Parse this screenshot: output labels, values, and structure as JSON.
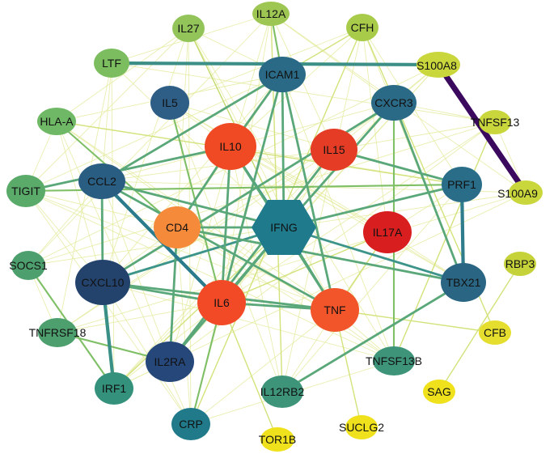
{
  "network": {
    "center_node": "IFNG",
    "nodes": [
      {
        "id": "IL27",
        "label": "IL27",
        "shape": "ellipse",
        "color": "#93c45a"
      },
      {
        "id": "IL12A",
        "label": "IL12A",
        "shape": "ellipse",
        "color": "#9ec653"
      },
      {
        "id": "CFH",
        "label": "CFH",
        "shape": "ellipse",
        "color": "#a9cb4a"
      },
      {
        "id": "LTF",
        "label": "LTF",
        "shape": "ellipse",
        "color": "#7bbd5f"
      },
      {
        "id": "ICAM1",
        "label": "ICAM1",
        "shape": "ellipse",
        "color": "#2b6a86"
      },
      {
        "id": "S100A8",
        "label": "S100A8",
        "shape": "ellipse",
        "color": "#c9d63c"
      },
      {
        "id": "IL5",
        "label": "IL5",
        "shape": "ellipse",
        "color": "#2e5e86"
      },
      {
        "id": "CXCR3",
        "label": "CXCR3",
        "shape": "ellipse",
        "color": "#2b6a86"
      },
      {
        "id": "HLA-A",
        "label": "HLA-A",
        "shape": "ellipse",
        "color": "#6fb865"
      },
      {
        "id": "TNFSF13",
        "label": "TNFSF13",
        "shape": "ellipse",
        "color": "#c9d63c"
      },
      {
        "id": "IL10",
        "label": "IL10",
        "shape": "ellipse",
        "color": "#f04a24"
      },
      {
        "id": "IL15",
        "label": "IL15",
        "shape": "ellipse",
        "color": "#e53c25"
      },
      {
        "id": "TIGIT",
        "label": "TIGIT",
        "shape": "ellipse",
        "color": "#5aaa6a"
      },
      {
        "id": "CCL2",
        "label": "CCL2",
        "shape": "ellipse",
        "color": "#2a5d82"
      },
      {
        "id": "PRF1",
        "label": "PRF1",
        "shape": "ellipse",
        "color": "#2a6d88"
      },
      {
        "id": "S100A9",
        "label": "S100A9",
        "shape": "ellipse",
        "color": "#c9d63c"
      },
      {
        "id": "CD4",
        "label": "CD4",
        "shape": "ellipse",
        "color": "#f58a3a"
      },
      {
        "id": "IFNG",
        "label": "IFNG",
        "shape": "hexagon",
        "color": "#1f7a8c"
      },
      {
        "id": "IL17A",
        "label": "IL17A",
        "shape": "ellipse",
        "color": "#d81e1e"
      },
      {
        "id": "SOCS1",
        "label": "SOCS1",
        "shape": "ellipse",
        "color": "#4e9f6e"
      },
      {
        "id": "CXCL10",
        "label": "CXCL10",
        "shape": "ellipse",
        "color": "#23436d"
      },
      {
        "id": "RBP3",
        "label": "RBP3",
        "shape": "ellipse",
        "color": "#c6d23a"
      },
      {
        "id": "TBX21",
        "label": "TBX21",
        "shape": "ellipse",
        "color": "#2a6683"
      },
      {
        "id": "IL6",
        "label": "IL6",
        "shape": "ellipse",
        "color": "#f24a27"
      },
      {
        "id": "TNF",
        "label": "TNF",
        "shape": "ellipse",
        "color": "#f25529"
      },
      {
        "id": "TNFRSF18",
        "label": "TNFRSF18",
        "shape": "ellipse",
        "color": "#4e9f6e"
      },
      {
        "id": "CFB",
        "label": "CFB",
        "shape": "ellipse",
        "color": "#e6de2e"
      },
      {
        "id": "IL2RA",
        "label": "IL2RA",
        "shape": "ellipse",
        "color": "#25477a"
      },
      {
        "id": "TNFSF13B",
        "label": "TNFSF13B",
        "shape": "ellipse",
        "color": "#3d9479"
      },
      {
        "id": "IRF1",
        "label": "IRF1",
        "shape": "ellipse",
        "color": "#33917c"
      },
      {
        "id": "IL12RB2",
        "label": "IL12RB2",
        "shape": "ellipse",
        "color": "#3d9479"
      },
      {
        "id": "SAG",
        "label": "SAG",
        "shape": "ellipse",
        "color": "#efe21c"
      },
      {
        "id": "CRP",
        "label": "CRP",
        "shape": "ellipse",
        "color": "#207a8a"
      },
      {
        "id": "SUCLG2",
        "label": "SUCLG2",
        "shape": "ellipse",
        "color": "#efe21c"
      },
      {
        "id": "TOR1B",
        "label": "TOR1B",
        "shape": "ellipse",
        "color": "#efe21c"
      }
    ],
    "edges": [
      {
        "source": "S100A8",
        "target": "S100A9",
        "weight": 5,
        "color": "#3b0a5e"
      },
      {
        "source": "LTF",
        "target": "S100A8",
        "weight": 3,
        "color": "#3c8f86"
      },
      {
        "source": "CCL2",
        "target": "IL6",
        "weight": 3,
        "color": "#2b7b8c"
      },
      {
        "source": "PRF1",
        "target": "TBX21",
        "weight": 3,
        "color": "#2e7c8c"
      },
      {
        "source": "CXCL10",
        "target": "IRF1",
        "weight": 3,
        "color": "#3a8f86"
      },
      {
        "source": "IFNG",
        "target": "IL10",
        "weight": 2,
        "color": "#3d948a"
      },
      {
        "source": "IFNG",
        "target": "TBX21",
        "weight": 2,
        "color": "#3d948a"
      },
      {
        "source": "IFNG",
        "target": "CXCL10",
        "weight": 2,
        "color": "#3d948a"
      },
      {
        "source": "IFNG",
        "target": "IL6",
        "weight": 2,
        "color": "#5aa879"
      },
      {
        "source": "IFNG",
        "target": "CD4",
        "weight": 2,
        "color": "#5aa879"
      },
      {
        "source": "IFNG",
        "target": "ICAM1",
        "weight": 2,
        "color": "#5aa879"
      },
      {
        "source": "IFNG",
        "target": "CCL2",
        "weight": 2,
        "color": "#5aa879"
      },
      {
        "source": "IFNG",
        "target": "IL2RA",
        "weight": 2,
        "color": "#5aa879"
      },
      {
        "source": "IFNG",
        "target": "PRF1",
        "weight": 2,
        "color": "#5aa879"
      },
      {
        "source": "IFNG",
        "target": "CXCR3",
        "weight": 2,
        "color": "#5aa879"
      },
      {
        "source": "IFNG",
        "target": "TNF",
        "weight": 2,
        "color": "#5aa879"
      },
      {
        "source": "TNF",
        "target": "IL6",
        "weight": 2,
        "color": "#5aa879"
      },
      {
        "source": "TNF",
        "target": "IL10",
        "weight": 2,
        "color": "#5aa879"
      },
      {
        "source": "TNF",
        "target": "ICAM1",
        "weight": 2,
        "color": "#5aa879"
      },
      {
        "source": "TNF",
        "target": "CCL2",
        "weight": 2,
        "color": "#5aa879"
      },
      {
        "source": "TNF",
        "target": "CXCL10",
        "weight": 2,
        "color": "#5aa879"
      },
      {
        "source": "IL6",
        "target": "IL10",
        "weight": 2,
        "color": "#5aa879"
      },
      {
        "source": "IL6",
        "target": "ICAM1",
        "weight": 2,
        "color": "#5aa879"
      },
      {
        "source": "IL6",
        "target": "CXCL10",
        "weight": 2,
        "color": "#5aa879"
      },
      {
        "source": "IL10",
        "target": "ICAM1",
        "weight": 2,
        "color": "#5aa879"
      },
      {
        "source": "IL10",
        "target": "CD4",
        "weight": 2,
        "color": "#5aa879"
      },
      {
        "source": "IL10",
        "target": "TIGIT",
        "weight": 2,
        "color": "#5aa879"
      },
      {
        "source": "CD4",
        "target": "IL2RA",
        "weight": 2,
        "color": "#5aa879"
      },
      {
        "source": "CD4",
        "target": "TBX21",
        "weight": 2,
        "color": "#5aa879"
      },
      {
        "source": "CCL2",
        "target": "ICAM1",
        "weight": 2,
        "color": "#5aa879"
      },
      {
        "source": "CXCL10",
        "target": "CXCR3",
        "weight": 2,
        "color": "#5aa879"
      },
      {
        "source": "CXCL10",
        "target": "CCL2",
        "weight": 2,
        "color": "#5aa879"
      },
      {
        "source": "IL15",
        "target": "IL2RA",
        "weight": 2,
        "color": "#5aa879"
      },
      {
        "source": "IL15",
        "target": "PRF1",
        "weight": 2,
        "color": "#5aa879"
      },
      {
        "source": "TBX21",
        "target": "CXCR3",
        "weight": 2,
        "color": "#5aa879"
      },
      {
        "source": "IL12RB2",
        "target": "TBX21",
        "weight": 2,
        "color": "#5aa879"
      },
      {
        "source": "IL12A",
        "target": "ICAM1",
        "weight": 1.5,
        "color": "#7fbf66"
      },
      {
        "source": "TIGIT",
        "target": "PRF1",
        "weight": 1.5,
        "color": "#7fbf66"
      },
      {
        "source": "SOCS1",
        "target": "IRF1",
        "weight": 1.5,
        "color": "#7fbf66"
      },
      {
        "source": "TNFRSF18",
        "target": "IL2RA",
        "weight": 1.5,
        "color": "#7fbf66"
      },
      {
        "source": "TNFSF13B",
        "target": "CXCR3",
        "weight": 1.5,
        "color": "#7fbf66"
      },
      {
        "source": "CRP",
        "target": "IL6",
        "weight": 1.5,
        "color": "#7fbf66"
      },
      {
        "source": "IL5",
        "target": "IL6",
        "weight": 1.5,
        "color": "#7fbf66"
      },
      {
        "source": "HLA-A",
        "target": "CD4",
        "weight": 1.5,
        "color": "#7fbf66"
      },
      {
        "source": "IL27",
        "target": "IFNG",
        "weight": 1,
        "color": "#c2da6e"
      },
      {
        "source": "CFH",
        "target": "ICAM1",
        "weight": 1,
        "color": "#d3e27a"
      },
      {
        "source": "CFH",
        "target": "CRP",
        "weight": 1,
        "color": "#d3e27a"
      },
      {
        "source": "TNFSF13",
        "target": "TNFSF13B",
        "weight": 1,
        "color": "#d3e27a"
      },
      {
        "source": "RBP3",
        "target": "SAG",
        "weight": 1,
        "color": "#d3e27a"
      },
      {
        "source": "CFB",
        "target": "CFH",
        "weight": 1,
        "color": "#d3e27a"
      },
      {
        "source": "CFB",
        "target": "TNF",
        "weight": 1,
        "color": "#d3e27a"
      },
      {
        "source": "IRF1",
        "target": "IFNG",
        "weight": 1,
        "color": "#d3e27a"
      },
      {
        "source": "IL12RB2",
        "target": "IL12A",
        "weight": 1,
        "color": "#d3e27a"
      },
      {
        "source": "TOR1B",
        "target": "IL6",
        "weight": 1,
        "color": "#d3e27a"
      },
      {
        "source": "SUCLG2",
        "target": "TNF",
        "weight": 1,
        "color": "#d3e27a"
      },
      {
        "source": "HLA-A",
        "target": "PRF1",
        "weight": 1,
        "color": "#d3e27a"
      },
      {
        "source": "IL17A",
        "target": "IL6",
        "weight": 1,
        "color": "#d3e27a"
      },
      {
        "source": "IL17A",
        "target": "TNF",
        "weight": 1,
        "color": "#d3e27a"
      }
    ]
  }
}
